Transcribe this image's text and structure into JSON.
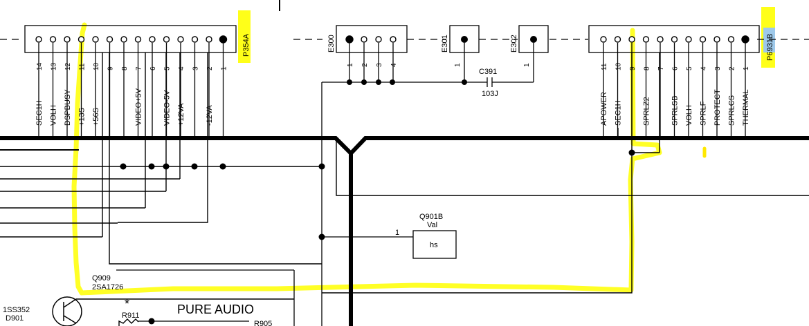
{
  "connectors": {
    "p354a": {
      "ref": "P354A",
      "pins": [
        "14",
        "13",
        "12",
        "11",
        "10",
        "9",
        "8",
        "7",
        "6",
        "5",
        "4",
        "3",
        "2",
        "1"
      ],
      "signals": [
        "SEC1H",
        "VOLH",
        "DSPBUSY",
        "+13S",
        "+56S",
        "",
        "",
        "VIDEO+5V",
        "",
        "VIDEO-5V",
        "+12VA",
        "",
        "-12VA",
        ""
      ]
    },
    "e300": {
      "ref": "E300",
      "pins": [
        "1",
        "2",
        "3",
        "4"
      ]
    },
    "e301": {
      "ref": "E301",
      "pins": [
        "1"
      ]
    },
    "e302": {
      "ref": "E302",
      "pins": [
        "1"
      ]
    },
    "p6931b": {
      "ref": "P6931B",
      "pins": [
        "11",
        "10",
        "9",
        "8",
        "7",
        "6",
        "5",
        "4",
        "3",
        "2",
        "1"
      ],
      "signals": [
        "APOWER",
        "SEC1H",
        "",
        "SPRLZ2",
        "",
        "SPRLSB",
        "VOLH",
        "SPRLF",
        "PROTECT",
        "SPRLCS",
        "THERMAL"
      ]
    }
  },
  "components": {
    "c391": {
      "ref": "C391",
      "value": "103J"
    },
    "q901b": {
      "ref": "Q901B",
      "value": "Val",
      "body_label": "hs",
      "pin": "1"
    },
    "q909": {
      "ref": "Q909",
      "part": "2SA1726"
    },
    "d901": {
      "part": "1SS352",
      "ref": "D901"
    },
    "r911": {
      "ref": "R911",
      "mark": "*"
    },
    "r905": {
      "ref": "R905"
    }
  },
  "block_title": "PURE AUDIO",
  "colors": {
    "ink": "#000000",
    "highlight": "#ffff00",
    "highlight_alt": "#ffe800",
    "tag_blue": "#9ec9ea"
  }
}
